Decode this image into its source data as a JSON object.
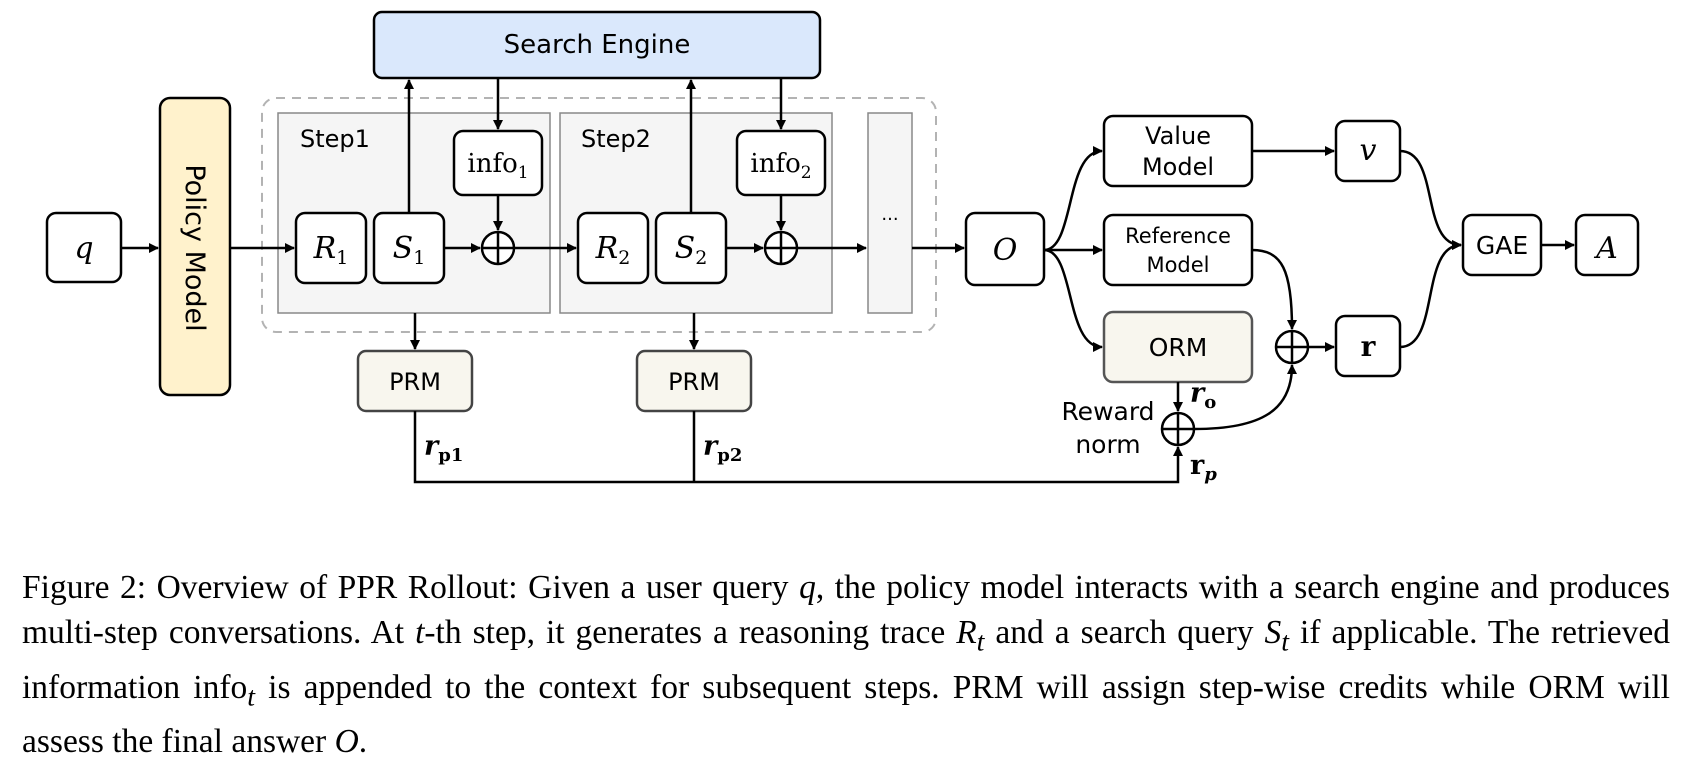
{
  "nodes": {
    "search_engine": "Search Engine",
    "policy_model": "Policy Model",
    "q": "q",
    "step1": "Step1",
    "step2": "Step2",
    "r1": "R",
    "r1_sub": "1",
    "s1": "S",
    "s1_sub": "1",
    "r2": "R",
    "r2_sub": "2",
    "s2": "S",
    "s2_sub": "2",
    "info1": "info",
    "info1_sub": "1",
    "info2": "info",
    "info2_sub": "2",
    "ellipsis": "...",
    "o": "O",
    "value_model_line1": "Value",
    "value_model_line2": "Model",
    "reference_model_line1": "Reference",
    "reference_model_line2": "Model",
    "orm": "ORM",
    "v": "v",
    "gae": "GAE",
    "a": "A",
    "r_vec": "r",
    "prm1": "PRM",
    "prm2": "PRM",
    "reward_norm_line1": "Reward",
    "reward_norm_line2": "norm"
  },
  "labels": {
    "rp1": "r",
    "rp1_sub": "p1",
    "rp2": "r",
    "rp2_sub": "p2",
    "ro": "r",
    "ro_sub": "o",
    "rp": "r",
    "rp_sub": "p"
  },
  "caption": {
    "p1": "Figure 2: Overview of PPR Rollout: Given a user query ",
    "q": "q",
    "p2": ", the policy model interacts with a search engine and produces multi-step conversations.  At ",
    "t": "t",
    "p3": "-th step, it generates a reasoning trace ",
    "rt": "R",
    "rt_sub": "t",
    "p4": " and a search query ",
    "st": "S",
    "st_sub": "t",
    "p5": " if applicable.  The retrieved information ",
    "info": "info",
    "info_sub": "t",
    "p6": " is appended to the context for subsequent steps. PRM will assign step-wise credits while ORM will assess the final answer ",
    "o": "O",
    "p7": "."
  },
  "colors": {
    "search_engine_fill": "#dae8fc",
    "policy_model_fill": "#fff2cc",
    "prm_fill": "#f8f6ee",
    "step_fill": "#f5f5f5",
    "dashed_border": "#b3b3b3"
  }
}
